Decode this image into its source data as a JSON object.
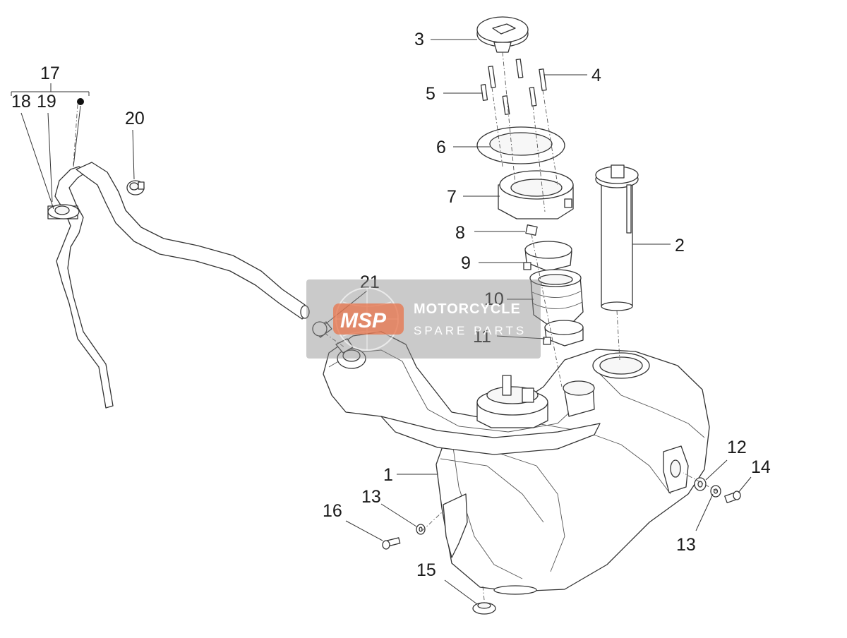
{
  "callouts": [
    {
      "id": "1",
      "label": "1"
    },
    {
      "id": "2",
      "label": "2"
    },
    {
      "id": "3",
      "label": "3"
    },
    {
      "id": "4",
      "label": "4"
    },
    {
      "id": "5",
      "label": "5"
    },
    {
      "id": "6",
      "label": "6"
    },
    {
      "id": "7",
      "label": "7"
    },
    {
      "id": "8",
      "label": "8"
    },
    {
      "id": "9",
      "label": "9"
    },
    {
      "id": "10",
      "label": "10"
    },
    {
      "id": "11",
      "label": "11"
    },
    {
      "id": "12",
      "label": "12"
    },
    {
      "id": "13a",
      "label": "13"
    },
    {
      "id": "13b",
      "label": "13"
    },
    {
      "id": "14",
      "label": "14"
    },
    {
      "id": "15",
      "label": "15"
    },
    {
      "id": "16",
      "label": "16"
    },
    {
      "id": "17",
      "label": "17"
    },
    {
      "id": "18",
      "label": "18"
    },
    {
      "id": "19",
      "label": "19"
    },
    {
      "id": "20",
      "label": "20"
    },
    {
      "id": "21",
      "label": "21"
    }
  ],
  "watermark": {
    "logo": "MSP",
    "line1": "MOTORCYCLE",
    "line2": "SPARE PARTS",
    "colors": {
      "box": "#8a8a8a",
      "logo": "#e8734a"
    }
  }
}
